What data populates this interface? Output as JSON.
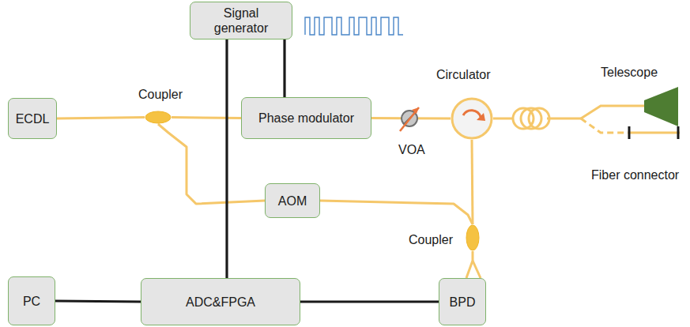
{
  "diagram": {
    "nodes": [
      {
        "text": [
          "Signal generator"
        ]
      },
      {
        "text": [
          "ECDL"
        ]
      },
      {
        "text": [
          "Coupler"
        ]
      },
      {
        "text": [
          "Phase modulator"
        ]
      },
      {
        "text": [
          "Circulator"
        ]
      },
      {
        "text": [
          "AOM"
        ]
      },
      {
        "text": [
          "Coupler"
        ]
      },
      {
        "text": [
          "PC"
        ]
      },
      {
        "text": [
          "ADC&FPGA"
        ]
      },
      {
        "text": [
          "BPD"
        ]
      }
    ],
    "edges": [
      {
        "from": 1,
        "to": 2,
        "arrow": "none"
      },
      {
        "from": 2,
        "to": 3,
        "arrow": "none"
      },
      {
        "from": 2,
        "to": 5,
        "arrow": "none"
      },
      {
        "from": 3,
        "to": 4,
        "arrow": "none"
      },
      {
        "from": 4,
        "to": 6,
        "arrow": "none"
      },
      {
        "from": 5,
        "to": 6,
        "arrow": "none"
      },
      {
        "from": 6,
        "to": 9,
        "arrow": "none"
      },
      {
        "from": 0,
        "to": 3,
        "arrow": "none"
      },
      {
        "from": 0,
        "to": 8,
        "arrow": "none"
      },
      {
        "from": 7,
        "to": 8,
        "arrow": "none"
      },
      {
        "from": 8,
        "to": 9,
        "arrow": "none"
      }
    ],
    "labels": [
      "VOA",
      "Telescope",
      "Fiber connector"
    ]
  }
}
